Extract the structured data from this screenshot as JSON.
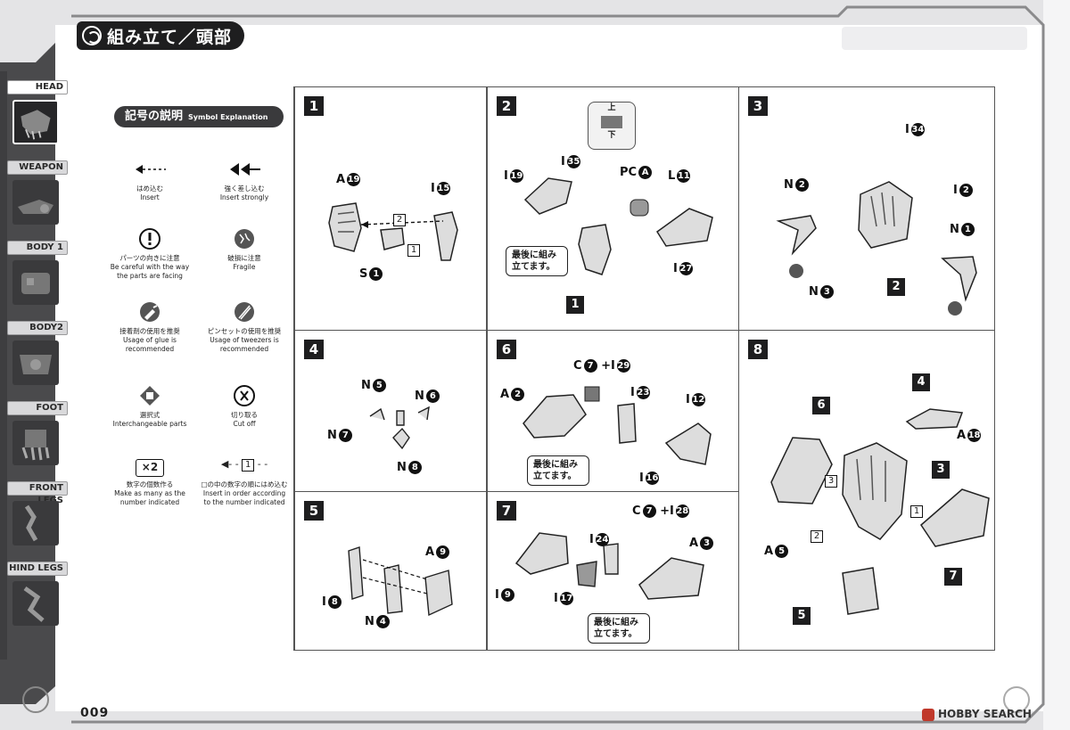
{
  "header": {
    "title": "組み立て／頭部"
  },
  "sidebar": {
    "items": [
      {
        "label": "HEAD",
        "active": true
      },
      {
        "label": "WEAPON",
        "active": false
      },
      {
        "label": "BODY 1",
        "active": false
      },
      {
        "label": "BODY2",
        "active": false
      },
      {
        "label": "FOOT",
        "active": false
      },
      {
        "label": "FRONT LEGS",
        "active": false
      },
      {
        "label": "HIND LEGS",
        "active": false
      }
    ]
  },
  "legend": {
    "title_jp": "記号の説明",
    "title_en": "Symbol Explanation",
    "symbols": [
      {
        "jp": "はめ込む",
        "en": "Insert",
        "icon": "arrow-dashed-icon"
      },
      {
        "jp": "強く差し込む",
        "en": "Insert strongly",
        "icon": "arrow-strong-icon"
      },
      {
        "jp": "パーツの向きに注意",
        "en": "Be careful with the way the parts are facing",
        "icon": "caution-icon"
      },
      {
        "jp": "破損に注意",
        "en": "Fragile",
        "icon": "fragile-icon"
      },
      {
        "jp": "接着剤の使用を推奨",
        "en": "Usage of glue is recommended",
        "icon": "glue-icon"
      },
      {
        "jp": "ピンセットの使用を推奨",
        "en": "Usage of tweezers is recommended",
        "icon": "tweezers-icon"
      },
      {
        "jp": "選択式",
        "en": "Interchangeable parts",
        "icon": "interchangeable-icon"
      },
      {
        "jp": "切り取る",
        "en": "Cut off",
        "icon": "cut-icon"
      },
      {
        "jp": "数字の個数作る",
        "en": "Make as many as the number indicated",
        "icon": "multiply-icon",
        "mark": "×2"
      },
      {
        "jp": "□の中の数字の順にはめ込む",
        "en": "Insert in order according to the number indicated",
        "icon": "order-arrow-icon",
        "mark": "1"
      }
    ]
  },
  "steps": [
    {
      "number": "1",
      "labels": [
        "A",
        "I",
        "S"
      ],
      "parts": [
        "19",
        "15",
        "1"
      ],
      "order": [
        "2",
        "1"
      ]
    },
    {
      "number": "2",
      "top_jp": "上",
      "bottom_jp": "下",
      "labels": [
        "I",
        "I",
        "PC",
        "L",
        "I"
      ],
      "parts": [
        "19",
        "35",
        "A",
        "11",
        "27"
      ],
      "note": "最後に組み立てます。",
      "ref": "1"
    },
    {
      "number": "3",
      "labels": [
        "I",
        "N",
        "I",
        "N",
        "N"
      ],
      "parts": [
        "34",
        "2",
        "2",
        "1",
        "3"
      ],
      "ref": "2"
    },
    {
      "number": "4",
      "labels": [
        "N",
        "N",
        "N",
        "N"
      ],
      "parts": [
        "5",
        "6",
        "7",
        "8"
      ]
    },
    {
      "number": "5",
      "labels": [
        "A",
        "I",
        "N"
      ],
      "parts": [
        "9",
        "8",
        "4"
      ]
    },
    {
      "number": "6",
      "labels": [
        "C",
        "+I",
        "A",
        "I",
        "I",
        "I"
      ],
      "parts": [
        "7",
        "29",
        "2",
        "23",
        "12",
        "16"
      ],
      "note": "最後に組み立てます。"
    },
    {
      "number": "7",
      "labels": [
        "I",
        "C",
        "+I",
        "A",
        "I",
        "I"
      ],
      "parts": [
        "24",
        "7",
        "28",
        "3",
        "9",
        "17"
      ],
      "note": "最後に組み立てます。"
    },
    {
      "number": "8",
      "labels": [
        "A",
        "A"
      ],
      "parts": [
        "18",
        "5"
      ],
      "refs": [
        "6",
        "4",
        "3",
        "7",
        "5"
      ],
      "order": [
        "3",
        "2",
        "1"
      ]
    }
  ],
  "footer": {
    "page_number": "009",
    "watermark": "HOBBY SEARCH"
  }
}
